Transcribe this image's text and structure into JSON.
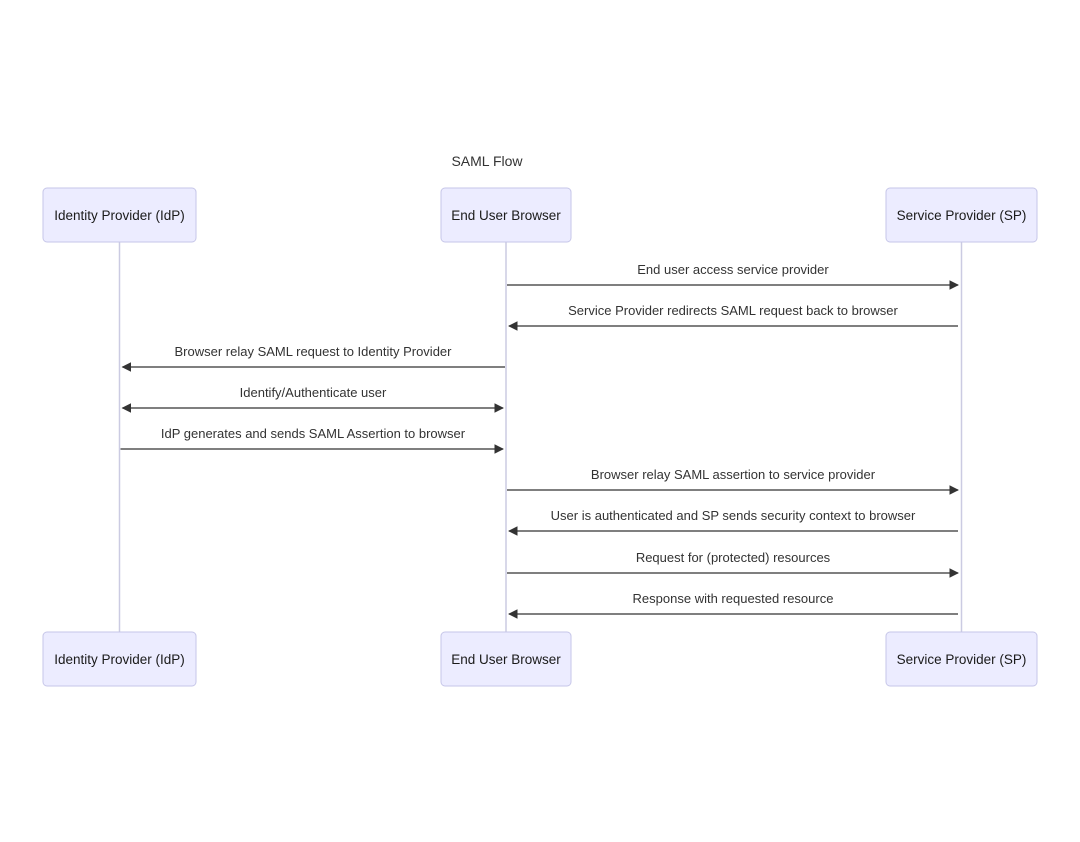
{
  "diagram": {
    "title": "SAML Flow",
    "type": "sequence-diagram",
    "actors": [
      {
        "id": "idp",
        "label": "Identity Provider (IdP)"
      },
      {
        "id": "browser",
        "label": "End User Browser"
      },
      {
        "id": "sp",
        "label": "Service Provider (SP)"
      }
    ],
    "messages": [
      {
        "text": "End user access service provider",
        "from": "browser",
        "to": "sp",
        "arrow": "right"
      },
      {
        "text": "Service Provider redirects SAML request back to browser",
        "from": "sp",
        "to": "browser",
        "arrow": "left"
      },
      {
        "text": "Browser relay SAML request to Identity Provider",
        "from": "browser",
        "to": "idp",
        "arrow": "left"
      },
      {
        "text": "Identify/Authenticate user",
        "from": "idp",
        "to": "browser",
        "arrow": "both"
      },
      {
        "text": "IdP generates and sends SAML Assertion to browser",
        "from": "idp",
        "to": "browser",
        "arrow": "right"
      },
      {
        "text": "Browser relay SAML assertion to service provider",
        "from": "browser",
        "to": "sp",
        "arrow": "right"
      },
      {
        "text": "User is authenticated and SP sends security context to browser",
        "from": "sp",
        "to": "browser",
        "arrow": "left"
      },
      {
        "text": "Request for (protected) resources",
        "from": "browser",
        "to": "sp",
        "arrow": "right"
      },
      {
        "text": "Response with requested resource",
        "from": "sp",
        "to": "browser",
        "arrow": "left"
      }
    ],
    "colors": {
      "background": "#FFFFFF",
      "actor_fill": "#ECECFF",
      "actor_border": "#C6C6E8",
      "lifeline": "#CBCBE2",
      "arrow": "#333333",
      "text": "#333333"
    }
  }
}
